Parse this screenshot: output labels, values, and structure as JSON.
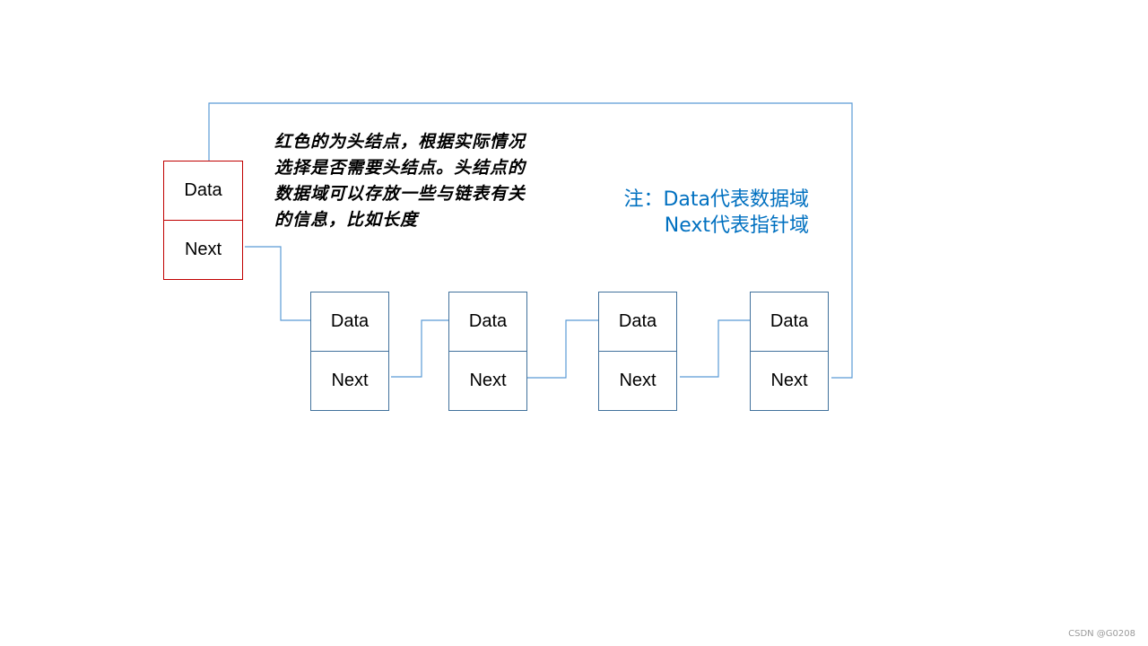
{
  "head_node": {
    "data_label": "Data",
    "next_label": "Next"
  },
  "nodes": [
    {
      "data_label": "Data",
      "next_label": "Next"
    },
    {
      "data_label": "Data",
      "next_label": "Next"
    },
    {
      "data_label": "Data",
      "next_label": "Next"
    },
    {
      "data_label": "Data",
      "next_label": "Next"
    }
  ],
  "annotation": {
    "lines": [
      "红色的为头结点，根据实际情况",
      "选择是否需要头结点。头结点的",
      "数据域可以存放一些与链表有关",
      "的信息，比如长度"
    ]
  },
  "legend": {
    "line1": "注：Data代表数据域",
    "line2": "Next代表指针域"
  },
  "watermark": "CSDN @G0208",
  "colors": {
    "head_border": "#c00000",
    "node_border": "#41719c",
    "arrow": "#5b9bd5",
    "legend_text": "#0070c0"
  }
}
